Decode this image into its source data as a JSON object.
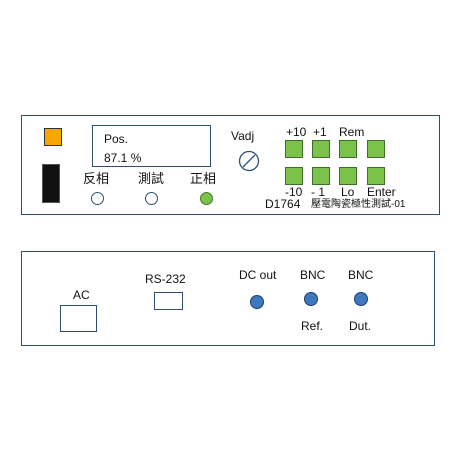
{
  "front_panel": {
    "display": {
      "line1": "Pos.",
      "line2": "87.1 %"
    },
    "adjust_label": "Vadj",
    "mode_labels": {
      "reverse": "反相",
      "test": "測試",
      "forward": "正相"
    },
    "mode_leds": {
      "reverse": false,
      "test": false,
      "forward": true
    },
    "keypad_top_labels": {
      "plus10": "+10",
      "plus1": "+1",
      "rem": "Rem"
    },
    "keypad_bottom_labels": {
      "minus10": "-10",
      "minus1": "- 1",
      "lo": "Lo",
      "enter": "Enter"
    },
    "model": "D1764",
    "model_desc": "壓電陶瓷極性測試-01"
  },
  "rear_panel": {
    "ac_label": "AC",
    "rs232_label": "RS-232",
    "dc_out_label": "DC out",
    "bnc_ref_label": "BNC",
    "bnc_ref_sub": "Ref.",
    "bnc_dut_label": "BNC",
    "bnc_dut_sub": "Dut."
  },
  "colors": {
    "power_led": "#f7a800",
    "key_green": "#7bc24a",
    "bnc_blue": "#3e78c0",
    "border": "#2f4f6f"
  }
}
